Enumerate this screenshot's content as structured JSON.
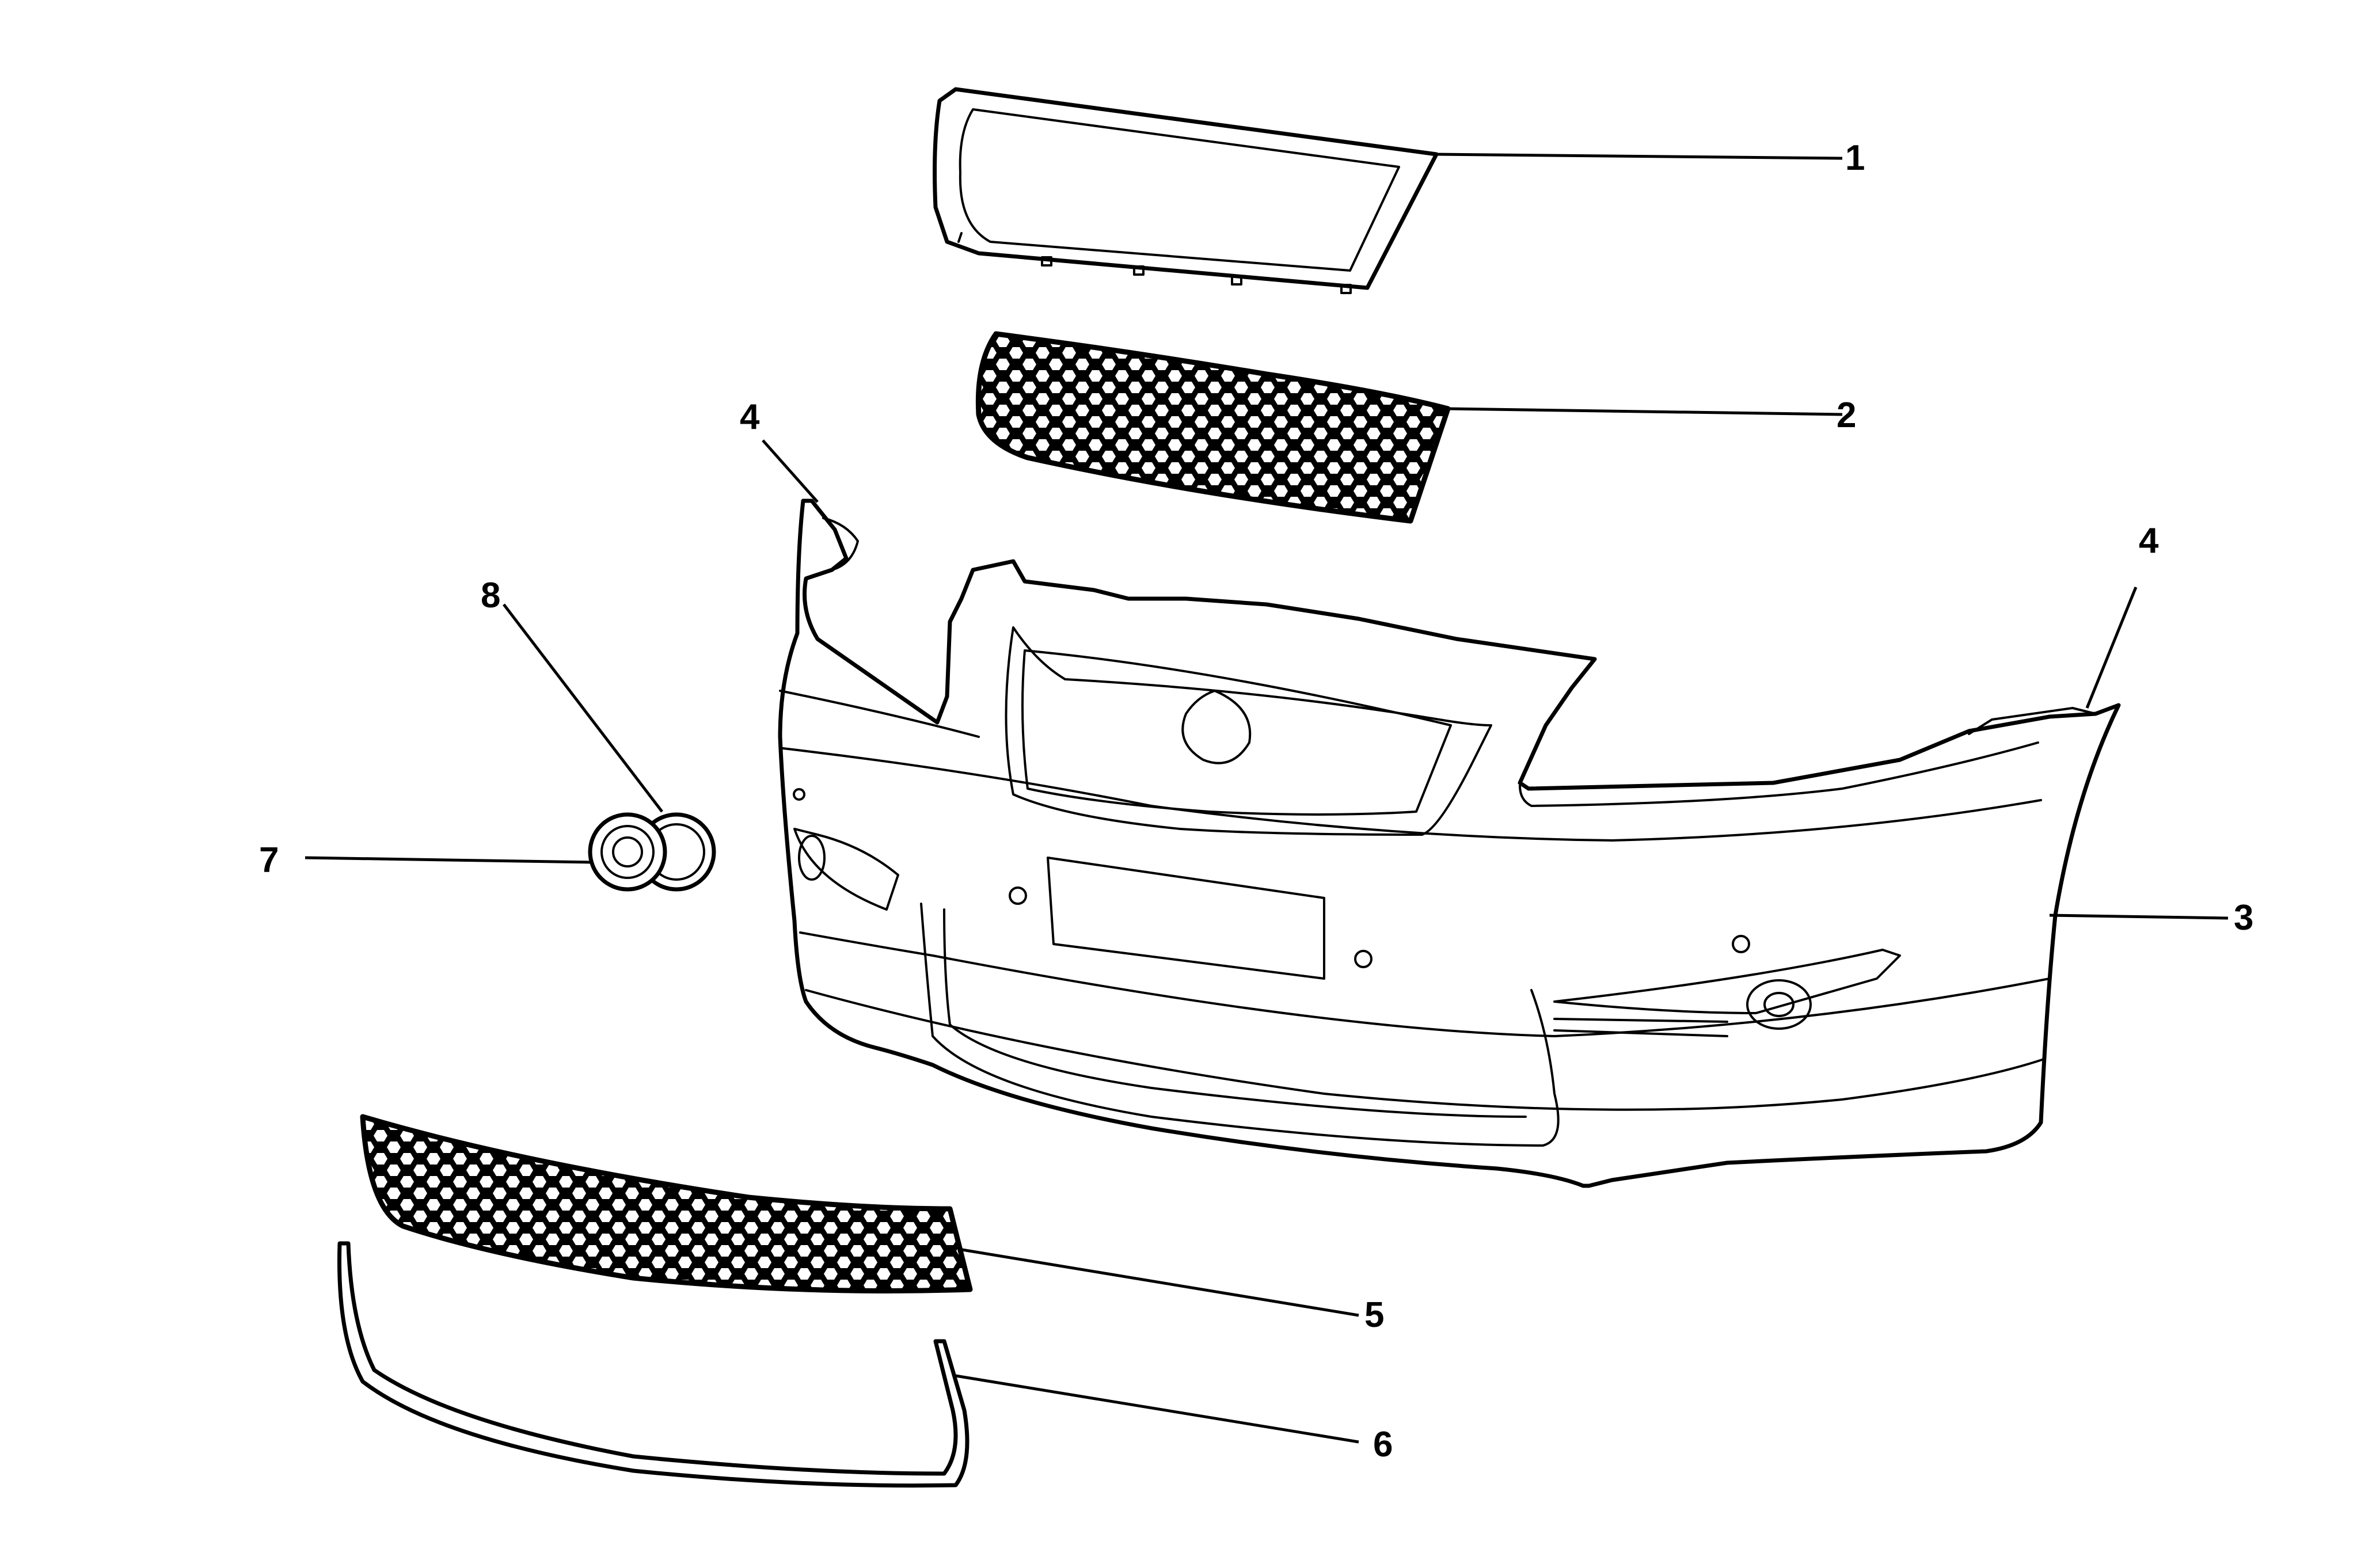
{
  "diagram": {
    "callouts": [
      {
        "id": "c1",
        "label": "1"
      },
      {
        "id": "c2",
        "label": "2"
      },
      {
        "id": "c3",
        "label": "3"
      },
      {
        "id": "c4a",
        "label": "4"
      },
      {
        "id": "c4b",
        "label": "4"
      },
      {
        "id": "c5",
        "label": "5"
      },
      {
        "id": "c6",
        "label": "6"
      },
      {
        "id": "c7",
        "label": "7"
      },
      {
        "id": "c8",
        "label": "8"
      }
    ]
  }
}
